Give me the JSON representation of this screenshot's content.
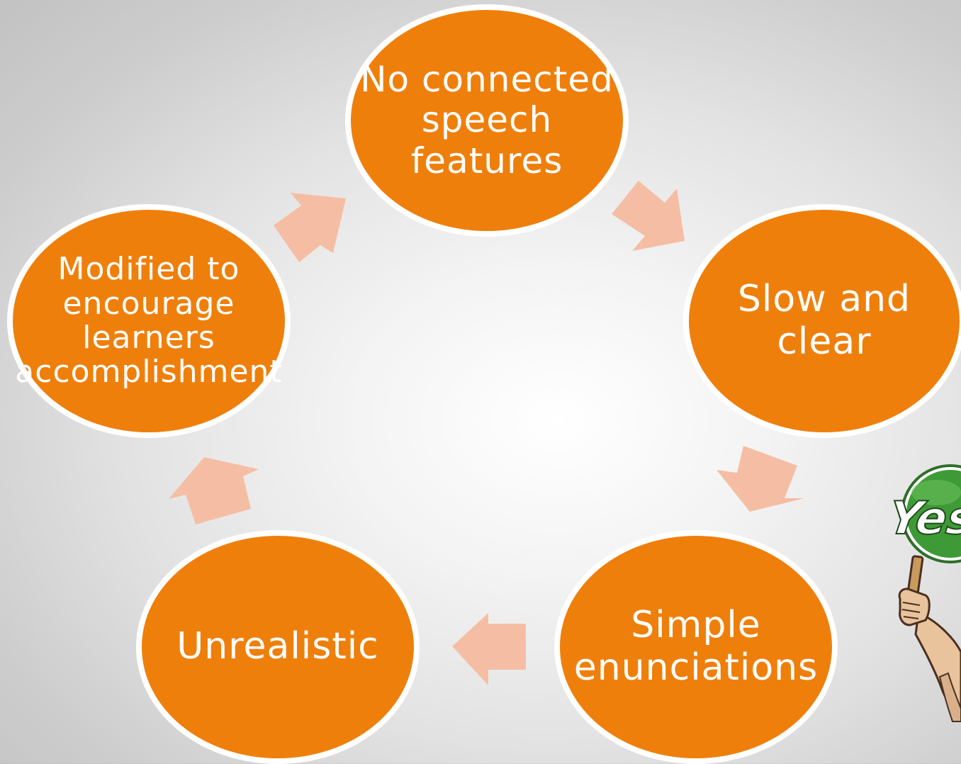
{
  "diagram": {
    "nodes": [
      {
        "label": "No connected\nspeech\nfeatures"
      },
      {
        "label": "Slow and\nclear"
      },
      {
        "label": "Simple\nenunciations"
      },
      {
        "label": "Unrealistic"
      },
      {
        "label": "Modified to\nencourage\nlearners\naccomplishment"
      }
    ],
    "node_color": "#ef7f0b",
    "arrow_color": "#f5bea4"
  },
  "clipart": {
    "sign_text": "Yes",
    "sign_color": "#3e9a36"
  }
}
